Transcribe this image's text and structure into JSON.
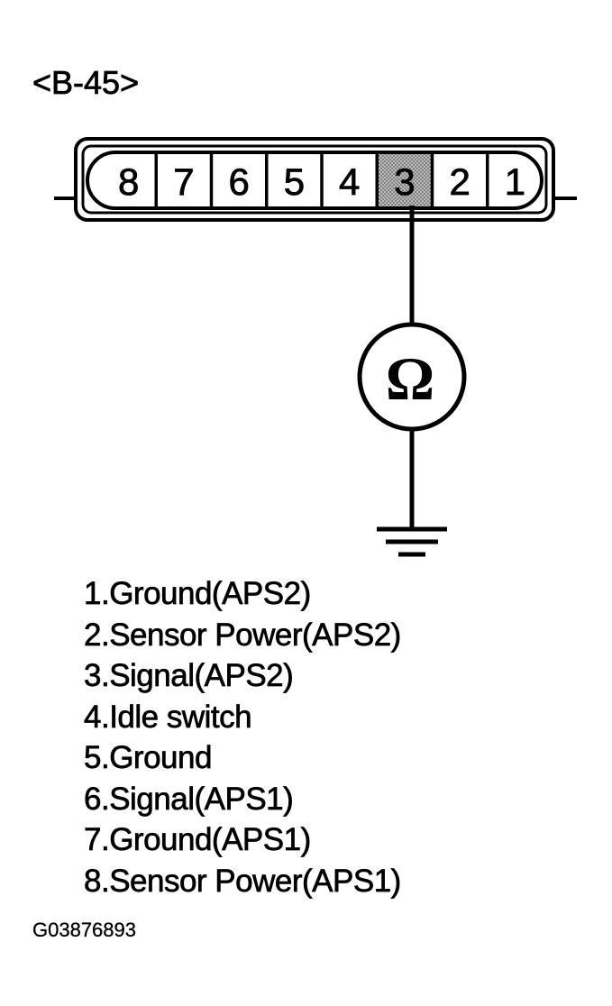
{
  "connector": {
    "label": "<B-45>",
    "pins": [
      "8",
      "7",
      "6",
      "5",
      "4",
      "3",
      "2",
      "1"
    ],
    "highlighted_pin": "3",
    "highlight_color": "#9a9a9a"
  },
  "meter": {
    "symbol": "Ω"
  },
  "legend": [
    "1.Ground(APS2)",
    "2.Sensor Power(APS2)",
    "3.Signal(APS2)",
    "4.Idle switch",
    "5.Ground",
    "6.Signal(APS1)",
    "7.Ground(APS1)",
    "8.Sensor Power(APS1)"
  ],
  "figure_id": "G03876893"
}
